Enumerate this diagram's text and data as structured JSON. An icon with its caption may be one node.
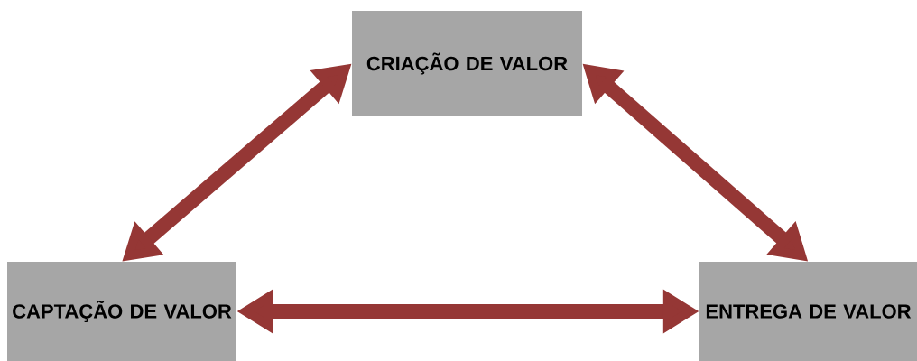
{
  "diagram": {
    "nodes": [
      {
        "text": [
          "CRIAÇÃO DE VALOR"
        ]
      },
      {
        "text": [
          "CAPTAÇÃO DE VALOR"
        ]
      },
      {
        "text": [
          "ENTREGA DE VALOR"
        ]
      }
    ],
    "edges": [
      {
        "from": 0,
        "to": 1,
        "arrow": "both"
      },
      {
        "from": 0,
        "to": 2,
        "arrow": "both"
      },
      {
        "from": 1,
        "to": 2,
        "arrow": "both"
      }
    ]
  }
}
